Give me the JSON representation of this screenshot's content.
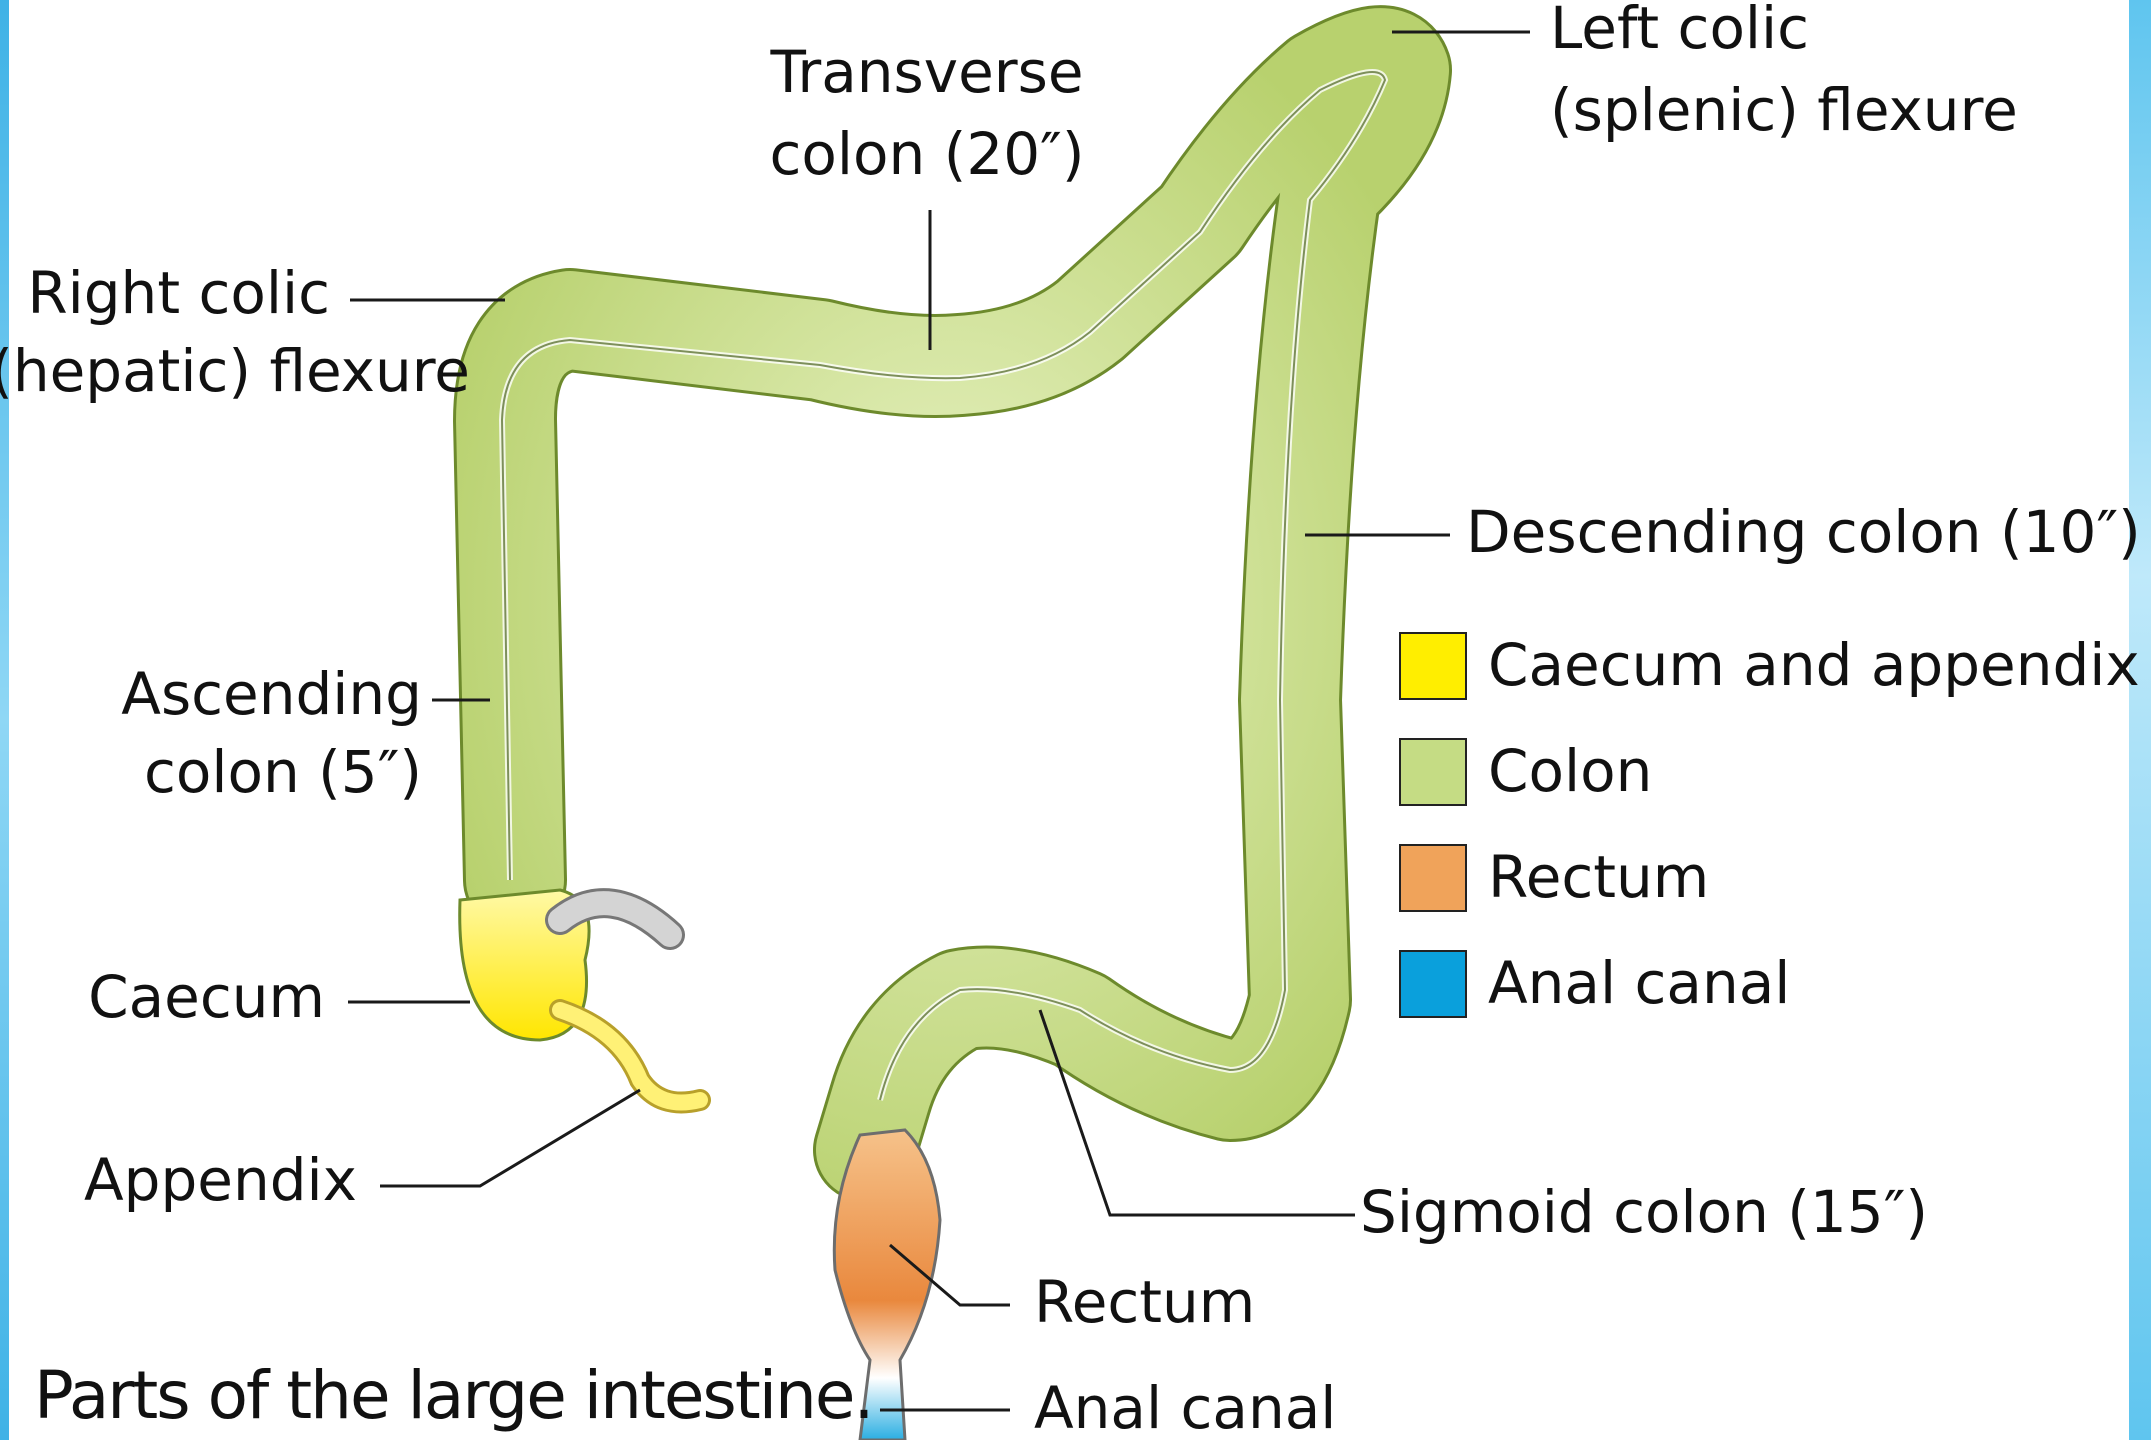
{
  "labels": {
    "transverse_l1": "Transverse",
    "transverse_l2": "colon (20″)",
    "left_flexure_l1": "Left colic",
    "left_flexure_l2": "(splenic) flexure",
    "right_flexure_l1": "Right colic",
    "right_flexure_l2": "(hepatic) flexure",
    "descending": "Descending colon (10″)",
    "ascending_l1": "Ascending",
    "ascending_l2": "colon (5″)",
    "caecum": "Caecum",
    "appendix": "Appendix",
    "sigmoid": "Sigmoid colon (15″)",
    "rectum": "Rectum",
    "anal_canal": "Anal canal"
  },
  "legend": [
    {
      "label": "Caecum and appendix",
      "color": "#ffee00"
    },
    {
      "label": "Colon",
      "color": "#c5dc84"
    },
    {
      "label": "Rectum",
      "color": "#f0a35a"
    },
    {
      "label": "Anal canal",
      "color": "#0aa0dc"
    }
  ],
  "caption": "Parts of the large intestine.",
  "colors": {
    "colon": "#c5dc84",
    "colon_outline": "#6d8a2c",
    "caecum": "#ffee00",
    "rectum": "#f0a35a",
    "anal_canal": "#0aa0dc"
  }
}
